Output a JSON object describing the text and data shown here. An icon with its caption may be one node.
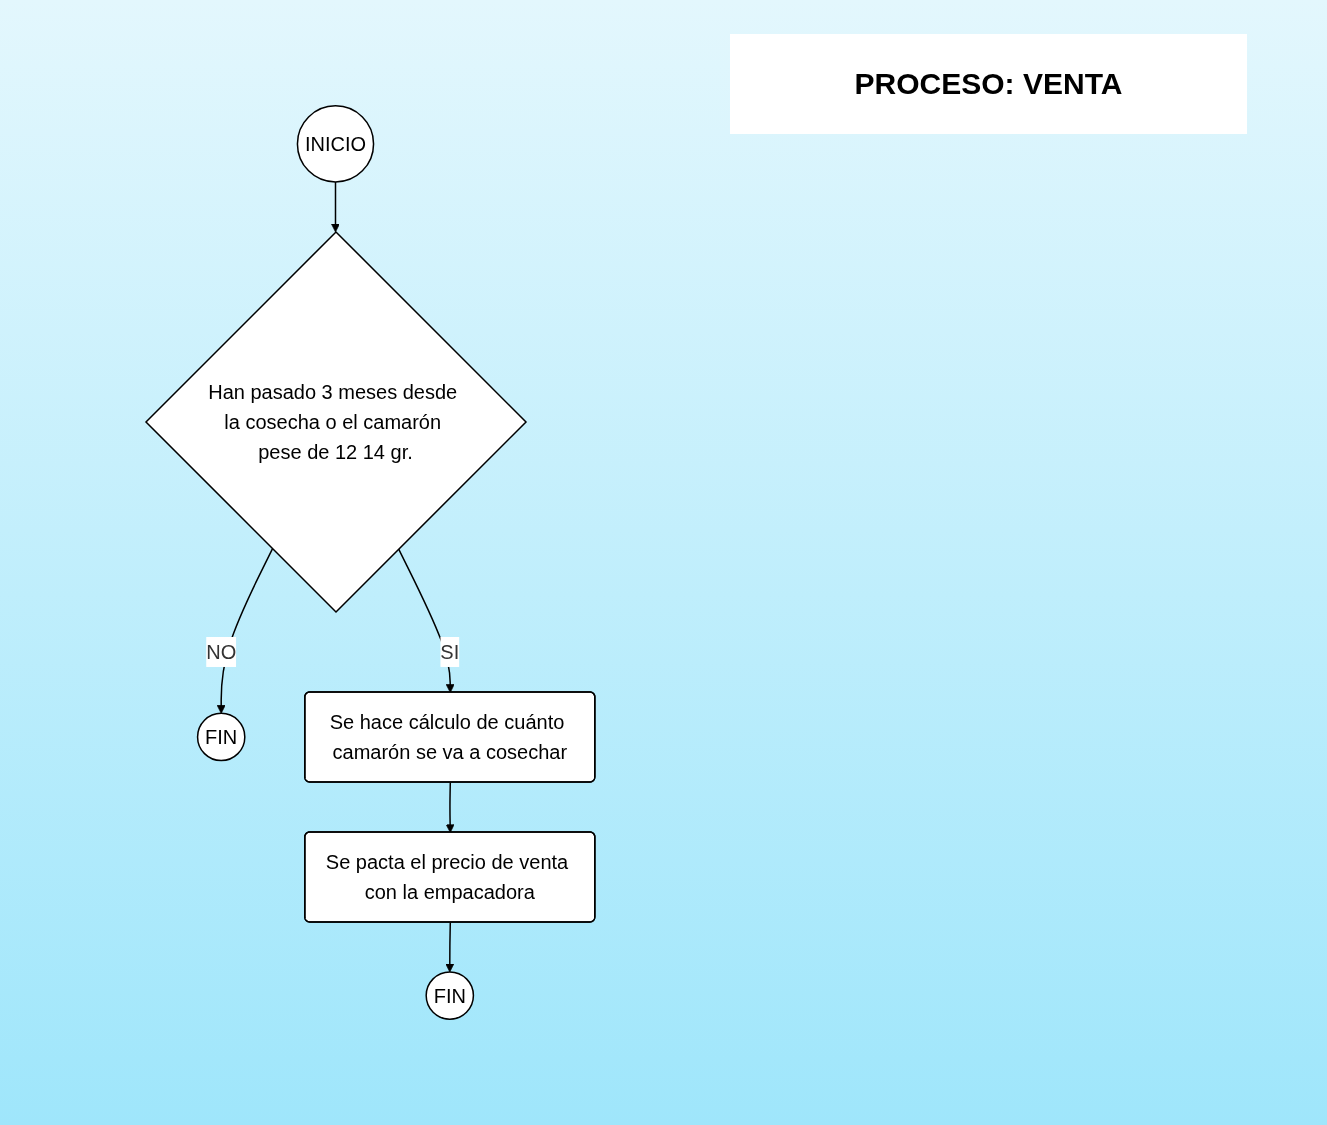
{
  "diagram": {
    "title": "PROCESO: VENTA",
    "nodes": [
      {
        "text": [
          "INICIO"
        ]
      },
      {
        "text": [
          "Han pasado 3 meses desde la cosecha o el camarón pese de 12 14 gr."
        ]
      },
      {
        "text": [
          "FIN"
        ]
      },
      {
        "text": [
          "Se hace cálculo de cuánto camarón se va a cosechar"
        ]
      },
      {
        "text": [
          "Se pacta el precio de venta con la empacadora"
        ]
      },
      {
        "text": [
          "FIN"
        ]
      }
    ],
    "edges": [
      {
        "from": 0,
        "to": 1,
        "arrow": "to"
      },
      {
        "from": 1,
        "to": 2,
        "arrow": "to",
        "label": "NO"
      },
      {
        "from": 1,
        "to": 3,
        "arrow": "to",
        "label": "SI"
      },
      {
        "from": 3,
        "to": 4,
        "arrow": "to"
      },
      {
        "from": 4,
        "to": 5,
        "arrow": "to"
      }
    ]
  }
}
